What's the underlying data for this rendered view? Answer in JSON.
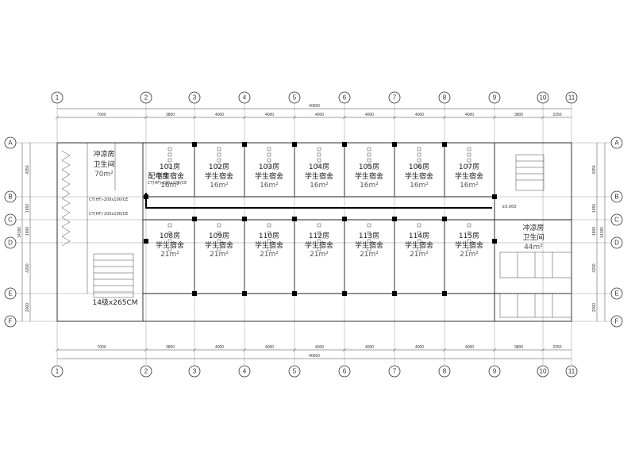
{
  "axes": {
    "vertical": [
      "1",
      "2",
      "3",
      "4",
      "5",
      "6",
      "7",
      "8",
      "9",
      "10",
      "11"
    ],
    "horizontal": [
      "A",
      "B",
      "C",
      "D",
      "E",
      "F"
    ]
  },
  "dimensions": {
    "overall": "40650",
    "bays": [
      "7000",
      "3800",
      "4000",
      "4000",
      "4000",
      "4000",
      "4000",
      "4000",
      "3800",
      "2250"
    ],
    "rows": [
      "4350",
      "1650",
      "1800",
      "4200",
      "2000"
    ],
    "total_depth": "14180"
  },
  "rooms": {
    "north": [
      {
        "number": "101房",
        "use": "学生宿舍",
        "area": "16m²"
      },
      {
        "number": "102房",
        "use": "学生宿舍",
        "area": "16m²"
      },
      {
        "number": "103房",
        "use": "学生宿舍",
        "area": "16m²"
      },
      {
        "number": "104房",
        "use": "学生宿舍",
        "area": "16m²"
      },
      {
        "number": "105房",
        "use": "学生宿舍",
        "area": "16m²"
      },
      {
        "number": "106房",
        "use": "学生宿舍",
        "area": "16m²"
      },
      {
        "number": "107房",
        "use": "学生宿舍",
        "area": "16m²"
      }
    ],
    "south": [
      {
        "number": "108房",
        "use": "学生宿舍",
        "area": "21m²"
      },
      {
        "number": "109房",
        "use": "学生宿舍",
        "area": "21m²"
      },
      {
        "number": "110房",
        "use": "学生宿舍",
        "area": "21m²"
      },
      {
        "number": "112房",
        "use": "学生宿舍",
        "area": "21m²"
      },
      {
        "number": "113房",
        "use": "学生宿舍",
        "area": "21m²"
      },
      {
        "number": "114房",
        "use": "学生宿舍",
        "area": "21m²"
      },
      {
        "number": "115房",
        "use": "学生宿舍",
        "area": "21m²"
      }
    ],
    "west_wash": {
      "line1": "冲凉房",
      "line2": "卫生间",
      "area": "70m²"
    },
    "east_wash": {
      "line1": "冲凉房",
      "line2": "卫生间",
      "area": "44m²"
    },
    "power_room": "配电房",
    "stair_note": "14级x265CM",
    "elevation": "±0.000",
    "cable_labels": [
      "CT(HF)-200x100/CE",
      "CT(HF)-200x100/CE",
      "CT(HF)-200x100/CE"
    ]
  }
}
